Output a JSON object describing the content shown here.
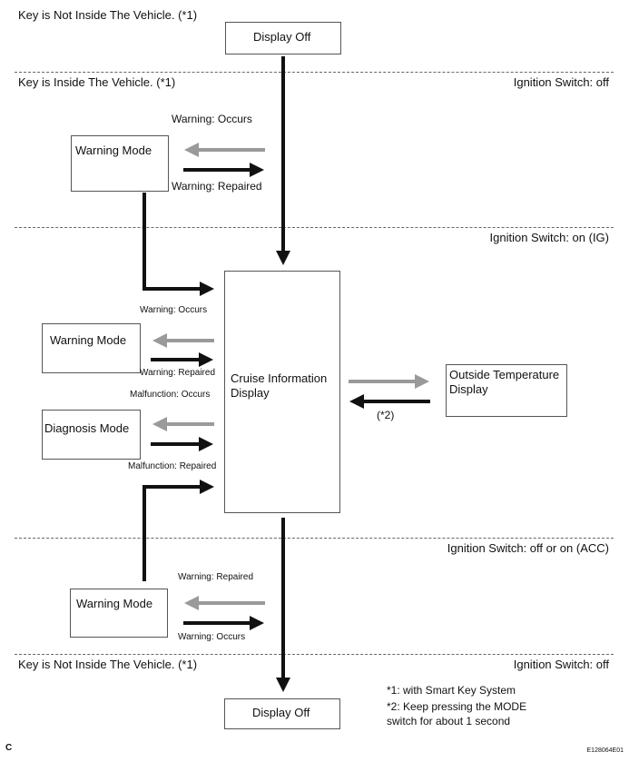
{
  "sections": {
    "top_key_not_inside": "Key is Not Inside The Vehicle. (*1)",
    "key_inside": "Key is Inside The Vehicle. (*1)",
    "ign_off_top": "Ignition Switch: off",
    "ign_on_ig": "Ignition Switch: on (IG)",
    "ign_off_or_acc": "Ignition Switch: off or on (ACC)",
    "bottom_key_not_inside": "Key is Not Inside The Vehicle. (*1)",
    "ign_off_bottom": "Ignition Switch: off"
  },
  "boxes": {
    "display_off_top": "Display Off",
    "warning_mode_1": "Warning Mode",
    "cruise_info_line1": "Cruise Information",
    "cruise_info_line2": "Display",
    "warning_mode_2": "Warning Mode",
    "diagnosis_mode": "Diagnosis Mode",
    "outside_temp_line1": "Outside Temperature",
    "outside_temp_line2": "Display",
    "warning_mode_3": "Warning Mode",
    "display_off_bottom": "Display Off"
  },
  "labels": {
    "warning_occurs_1": "Warning: Occurs",
    "warning_repaired_1": "Warning: Repaired",
    "warning_occurs_2": "Warning: Occurs",
    "warning_repaired_2": "Warning: Repaired",
    "malfunction_occurs": "Malfunction: Occurs",
    "malfunction_repaired": "Malfunction: Repaired",
    "note_ref_2": "(*2)",
    "warning_repaired_3": "Warning: Repaired",
    "warning_occurs_3": "Warning: Occurs"
  },
  "notes": {
    "note1": "*1: with Smart Key System",
    "note2_line1": "*2: Keep pressing the MODE",
    "note2_line2": "switch for about 1 second"
  },
  "footer": {
    "corner_letter": "C",
    "figure_code": "E128064E01"
  },
  "colors": {
    "arrow_black": "#111111",
    "arrow_gray": "#9a9a9a"
  }
}
